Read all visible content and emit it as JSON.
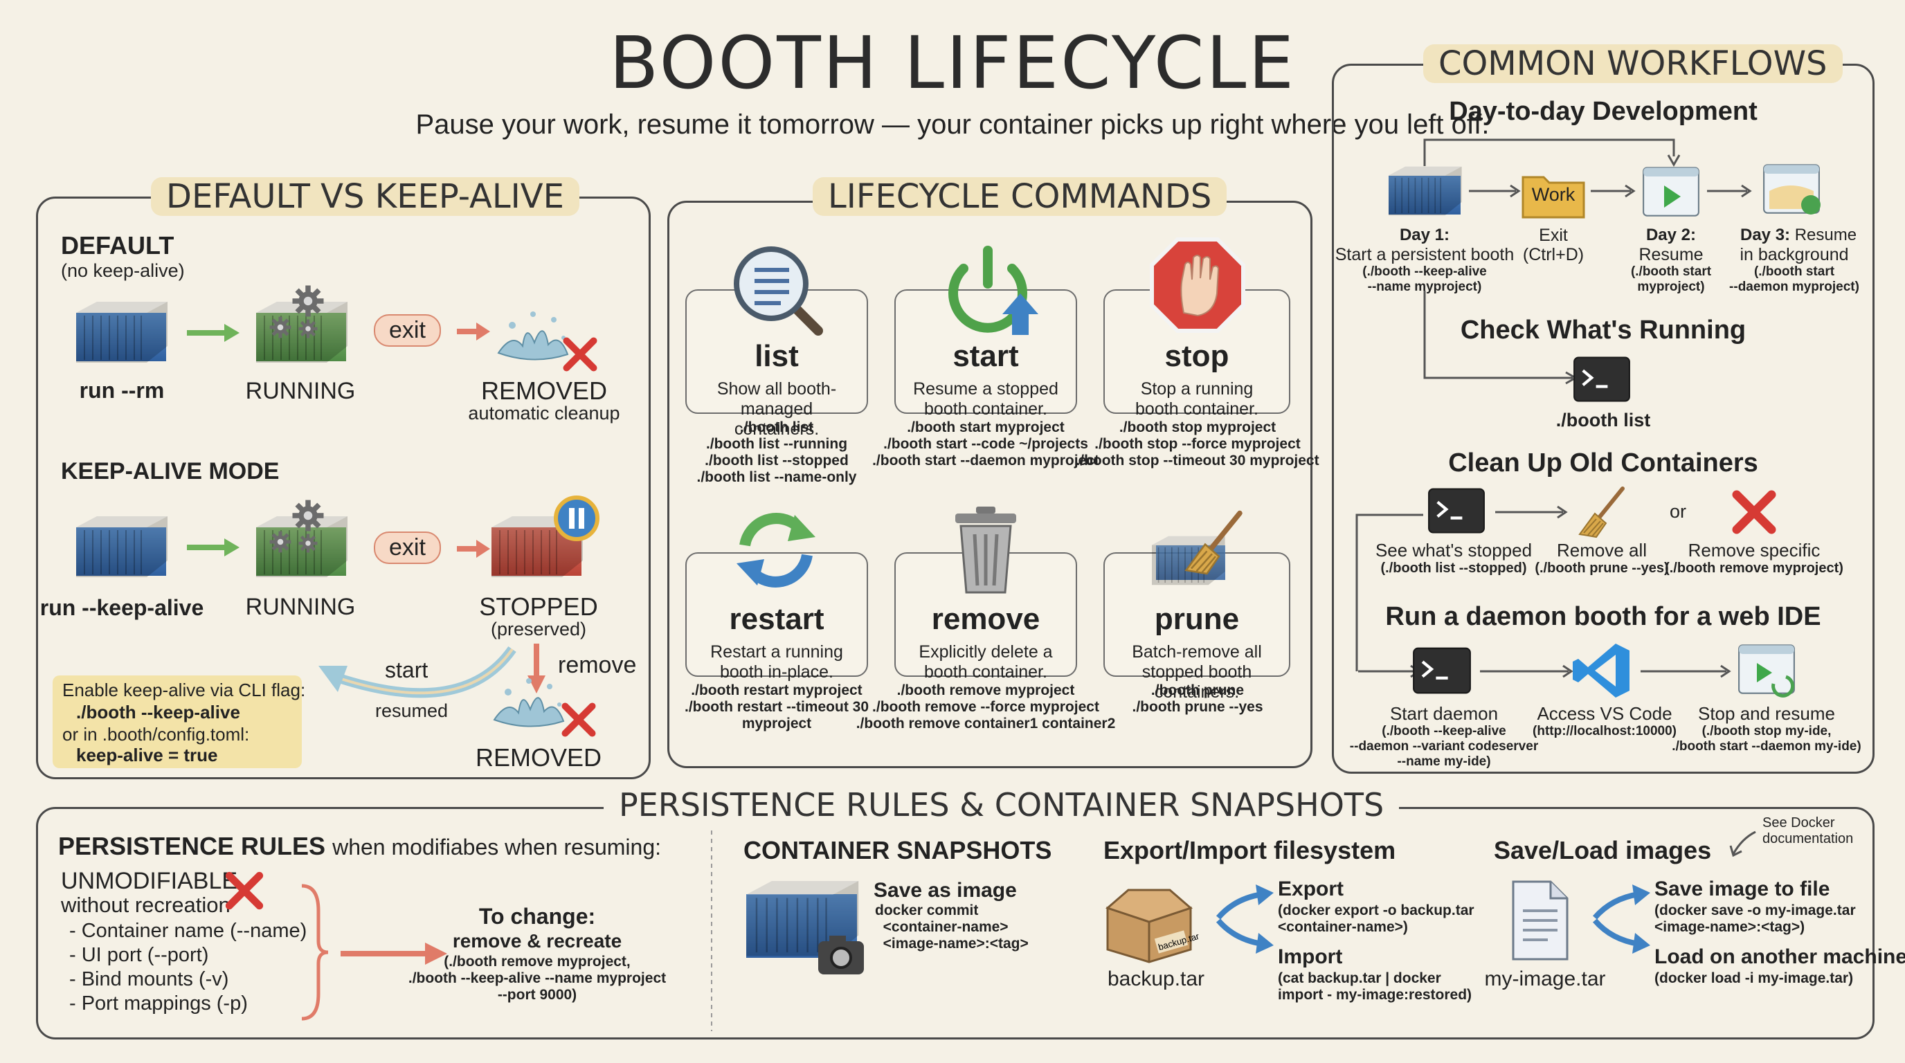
{
  "header": {
    "title": "BOOTH LIFECYCLE",
    "subtitle": "Pause your work, resume it tomorrow — your container picks up right where you left off."
  },
  "default_panel": {
    "title": "DEFAULT VS KEEP-ALIVE",
    "default_label": "DEFAULT",
    "default_sub": "(no keep-alive)",
    "run_rm": "run --rm",
    "running": "RUNNING",
    "exit": "exit",
    "removed": "REMOVED",
    "auto_cleanup": "automatic cleanup",
    "keepalive_label": "KEEP-ALIVE MODE",
    "run_keepalive": "run --keep-alive",
    "running2": "RUNNING",
    "exit2": "exit",
    "stopped": "STOPPED",
    "preserved": "(preserved)",
    "start": "start",
    "resumed": "resumed",
    "remove": "remove",
    "removed2": "REMOVED",
    "note": [
      "Enable keep-alive via CLI flag:",
      "./booth --keep-alive",
      "or in .booth/config.toml:",
      "keep-alive = true"
    ]
  },
  "lifecycle": {
    "title": "LIFECYCLE COMMANDS",
    "cards": [
      {
        "name": "list",
        "desc": [
          "Show all booth-managed",
          "containers."
        ],
        "cmds": "./booth list\n./booth list --running\n./booth list --stopped\n./booth list --name-only"
      },
      {
        "name": "start",
        "desc": [
          "Resume a stopped",
          "booth container."
        ],
        "cmds": "./booth start myproject\n./booth start --code ~/projects\n./booth start --daemon myproject"
      },
      {
        "name": "stop",
        "desc": [
          "Stop a running",
          "booth container."
        ],
        "cmds": "./booth stop myproject\n./booth stop --force myproject\n./booth stop --timeout 30 myproject"
      },
      {
        "name": "restart",
        "desc": [
          "Restart a running",
          "booth in-place."
        ],
        "cmds": "./booth restart myproject\n./booth restart --timeout 30\nmyproject"
      },
      {
        "name": "remove",
        "desc": [
          "Explicitly delete a",
          "booth container."
        ],
        "cmds": "./booth remove myproject\n./booth remove --force myproject\n./booth remove container1 container2"
      },
      {
        "name": "prune",
        "desc": [
          "Batch-remove all",
          "stopped booth containers."
        ],
        "cmds": "./booth prune\n./booth prune --yes"
      }
    ]
  },
  "workflows": {
    "title": "COMMON WORKFLOWS",
    "dev_title": "Day-to-day Development",
    "work_label": "Work",
    "day1_title": "Day 1:",
    "day1_text": "Start a persistent booth",
    "day1_cmd": "(./booth --keep-alive\n--name myproject)",
    "exit_label": "Exit",
    "exit_keys": "(Ctrl+D)",
    "day2_title": "Day 2:",
    "day2_text": "Resume",
    "day2_cmd": "(./booth start\nmyproject)",
    "day3_title": "Day 3:",
    "day3_text": "Resume",
    "day3_text2": "in background",
    "day3_cmd": "(./booth start\n--daemon myproject)",
    "check_title": "Check What's Running",
    "check_cmd": "./booth list",
    "clean_title": "Clean Up Old Containers",
    "see_stopped": "See what's stopped",
    "see_stopped_cmd": "(./booth list --stopped)",
    "remove_all": "Remove all",
    "remove_all_cmd": "(./booth prune --yes)",
    "or": "or",
    "remove_specific": "Remove specific",
    "remove_specific_cmd": "(./booth remove myproject)",
    "daemon_title": "Run a daemon booth for a web IDE",
    "start_daemon": "Start daemon",
    "start_daemon_cmd": "(./booth --keep-alive\n--daemon --variant codeserver\n--name my-ide)",
    "access": "Access VS Code",
    "access_url": "(http://localhost:10000)",
    "stop_resume": "Stop and resume",
    "stop_resume_cmd": "(./booth stop my-ide,\n./booth start --daemon my-ide)",
    "terminal_prompt": ">_"
  },
  "persistence": {
    "title": "PERSISTENCE RULES & CONTAINER SNAPSHOTS",
    "rules_title": "PERSISTENCE RULES",
    "rules_sub": "when modifiabes when resuming:",
    "unmod": "UNMODIFIABLE",
    "unmod_sub": "without recreation",
    "items": [
      "- Container name (--name)",
      "- UI port (--port)",
      "- Bind mounts (-v)",
      "- Port mappings (-p)"
    ],
    "to_change": "To change:",
    "remove_recreate": "remove & recreate",
    "change_cmd": "(./booth remove myproject,\n./booth --keep-alive --name myproject\n--port 9000)",
    "snap_title": "CONTAINER SNAPSHOTS",
    "save_as_image": "Save as image",
    "commit_cmd": "docker commit\n  <container-name>\n  <image-name>:<tag>",
    "export_title": "Export/Import filesystem",
    "backup": "backup.tar",
    "box_label": "backup.tar",
    "export": "Export",
    "export_cmd": "(docker export -o backup.tar\n<container-name>)",
    "import": "Import",
    "import_cmd": "(cat backup.tar | docker\nimport - my-image:restored)",
    "save_title": "Save/Load images",
    "see_docker": "See Docker\ndocumentation",
    "my_image": "my-image.tar",
    "save_file": "Save image to file",
    "save_cmd": "(docker save -o my-image.tar\n<image-name>:<tag>)",
    "load": "Load on another machine",
    "load_cmd": "(docker load -i my-image.tar)"
  }
}
